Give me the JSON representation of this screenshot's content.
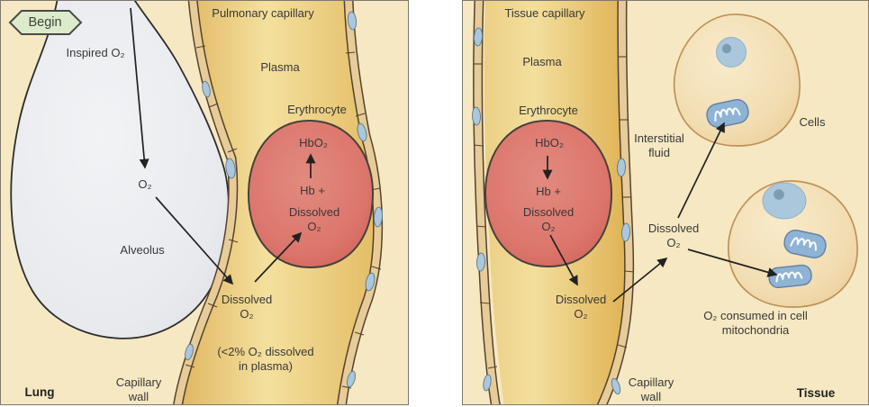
{
  "figure": {
    "left_panel_title": "Lung",
    "right_panel_title": "Tissue",
    "begin_badge": "Begin"
  },
  "lung": {
    "pulmonary_capillary": "Pulmonary capillary",
    "plasma": "Plasma",
    "erythrocyte": "Erythrocyte",
    "inspired_o2": "Inspired O₂",
    "o2": "O₂",
    "alveolus": "Alveolus",
    "hbo2": "HbO₂",
    "hb_plus": "Hb +",
    "hb_dissolved_line1": "Dissolved",
    "hb_dissolved_line2": "O₂",
    "dissolved_line1": "Dissolved",
    "dissolved_line2": "O₂",
    "note_line1": "(<2% O₂ dissolved",
    "note_line2": "in plasma)",
    "capillary_wall_line1": "Capillary",
    "capillary_wall_line2": "wall"
  },
  "tissue": {
    "tissue_capillary": "Tissue capillary",
    "plasma": "Plasma",
    "erythrocyte": "Erythrocyte",
    "hbo2": "HbO₂",
    "hb_plus": "Hb +",
    "hb_dissolved_line1": "Dissolved",
    "hb_dissolved_line2": "O₂",
    "dissolved_plasma_line1": "Dissolved",
    "dissolved_plasma_line2": "O₂",
    "interstitial_line1": "Interstitial",
    "interstitial_line2": "fluid",
    "dissolved_interstitial_line1": "Dissolved",
    "dissolved_interstitial_line2": "O₂",
    "cells": "Cells",
    "consumed_line1": "O₂ consumed in cell",
    "consumed_line2": "mitochondria",
    "capillary_wall_line1": "Capillary",
    "capillary_wall_line2": "wall"
  },
  "colors": {
    "panel_bg": "#f6e8c2",
    "capillary_wall": "#e7cc99",
    "nucleus": "#aac7db",
    "mitochondrion": "#8fb3d4",
    "erythrocyte": "#dd7a70",
    "alveolus_gray": "#e9ebee",
    "begin_badge": "#dcebcb",
    "text": "#3a3a3a"
  }
}
